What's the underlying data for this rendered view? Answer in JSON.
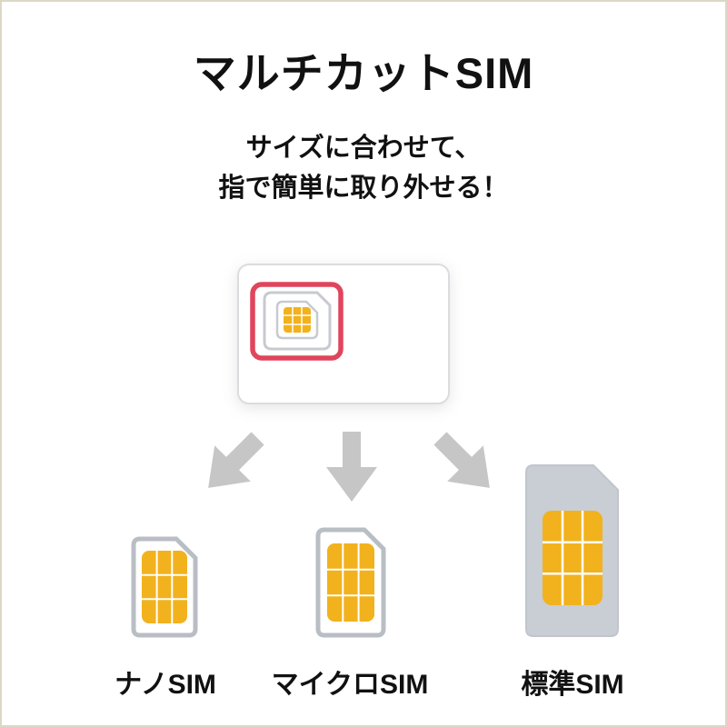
{
  "page": {
    "title": "マルチカットSIM",
    "subtitle_line1": "サイズに合わせて、",
    "subtitle_line2": "指で簡単に取り外せる！"
  },
  "sims": [
    {
      "label": "ナノSIM",
      "type": "nano"
    },
    {
      "label": "マイクロSIM",
      "type": "micro"
    },
    {
      "label": "標準SIM",
      "type": "standard"
    }
  ],
  "colors": {
    "chip-gold": "#F2B21D",
    "chip-grid": "#FFFFFF",
    "arrow-gray": "#C6C6C6",
    "card-outline": "#B9BEC5",
    "cut-outline": "#C7CACF",
    "standard-sim-body": "#C9CDD4",
    "highlight-red": "#E0455C",
    "border-khaki": "#DBD8C5",
    "main-card-outline": "#DADCDF"
  }
}
